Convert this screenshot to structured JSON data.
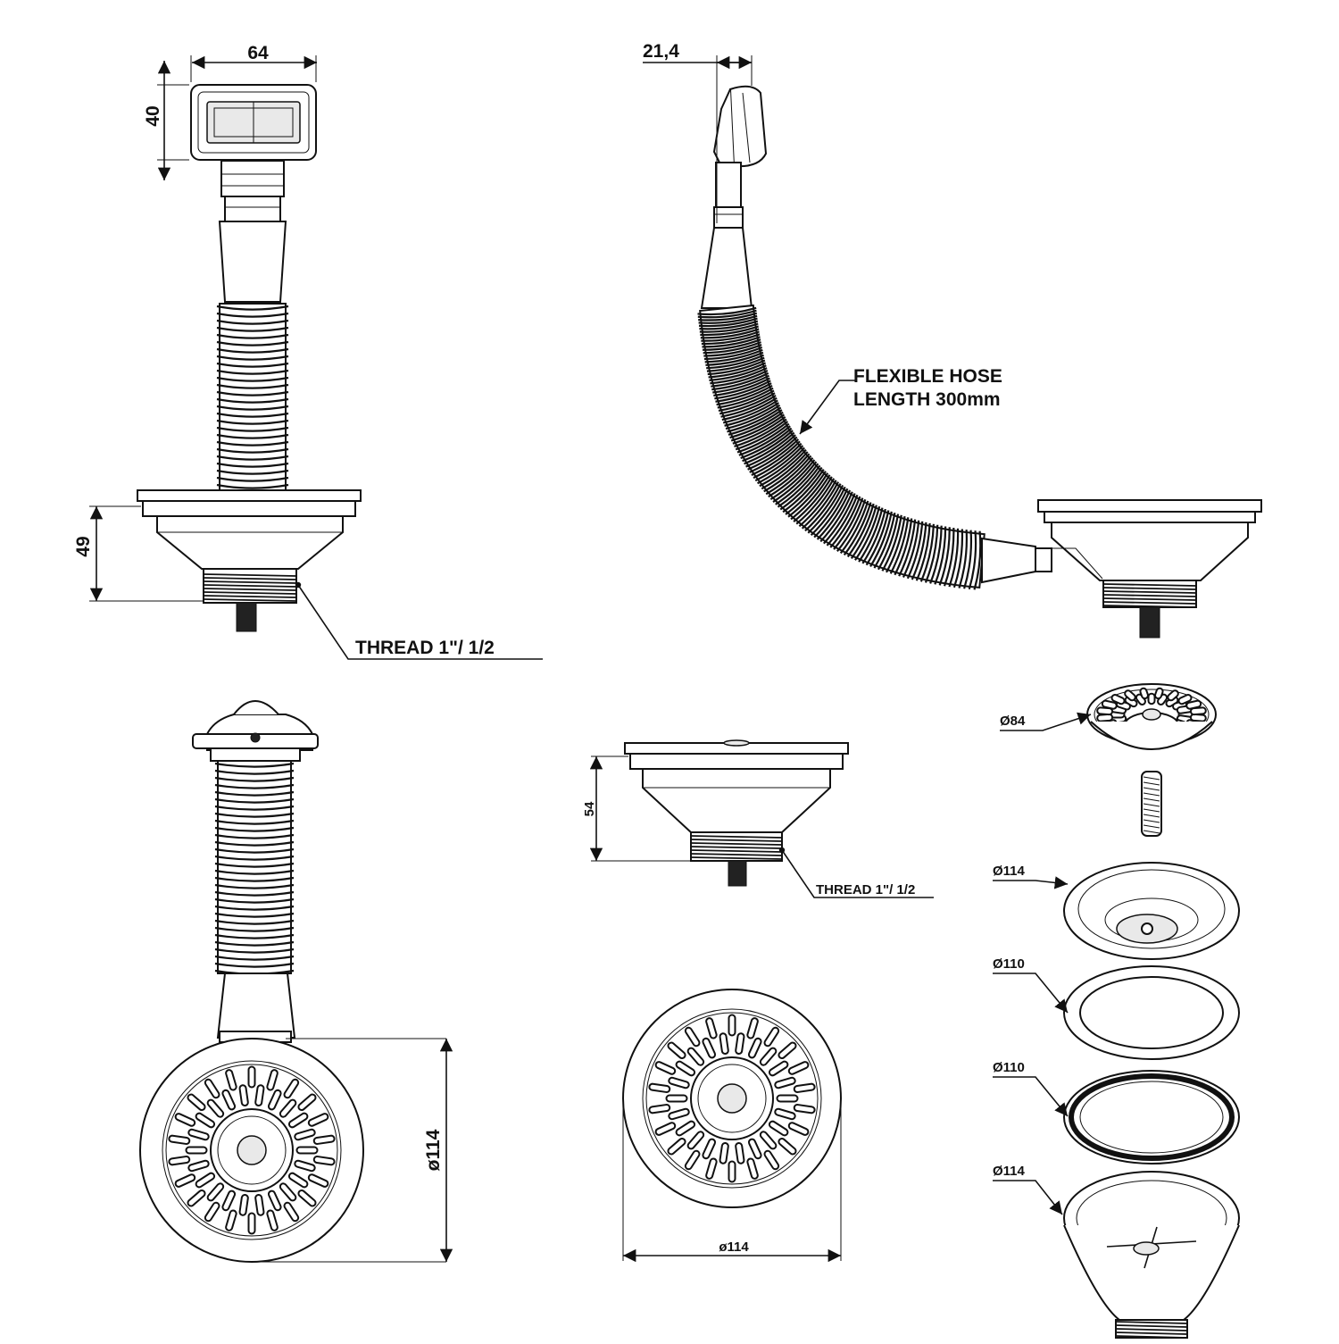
{
  "labels": {
    "flexible_hose_line1": "FLEXIBLE HOSE",
    "flexible_hose_line2": "LENGTH 300mm",
    "thread_main": "THREAD 1\"/ 1/2",
    "thread_small": "THREAD 1\"/ 1/2"
  },
  "dimensions": {
    "overflow_width": "64",
    "overflow_height": "40",
    "overflow_depth": "21,4",
    "strainer_height": "49",
    "basket_height": "54",
    "body_diameter_side": "ø114",
    "body_diameter_front": "ø114"
  },
  "exploded_parts": [
    {
      "name": "strainer-basket",
      "diameter": "Ø84"
    },
    {
      "name": "flange-body",
      "diameter": "Ø114"
    },
    {
      "name": "washer-flat",
      "diameter": "Ø110"
    },
    {
      "name": "washer-rubber",
      "diameter": "Ø110"
    },
    {
      "name": "lower-body",
      "diameter": "Ø114"
    }
  ]
}
